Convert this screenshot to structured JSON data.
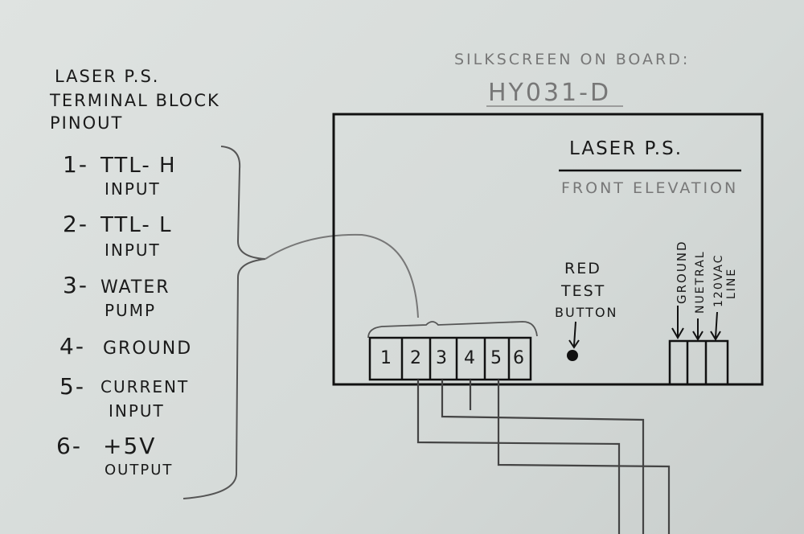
{
  "title": [
    "LASER P.S.",
    "TERMINAL BLOCK",
    "PINOUT"
  ],
  "pinout": [
    {
      "num": "1-",
      "name": "TTL- H",
      "sub": "INPUT"
    },
    {
      "num": "2-",
      "name": "TTL- L",
      "sub": "INPUT"
    },
    {
      "num": "3-",
      "name": "WATER",
      "sub": "PUMP"
    },
    {
      "num": "4-",
      "name": "GROUND",
      "sub": ""
    },
    {
      "num": "5-",
      "name": "CURRENT",
      "sub": "INPUT"
    },
    {
      "num": "6-",
      "name": "+5V",
      "sub": "OUTPUT"
    }
  ],
  "silkscreen_label": "SILKSCREEN ON BOARD:",
  "silkscreen_value": "HY031-D",
  "board": {
    "title": "LASER P.S.",
    "subtitle": "FRONT ELEVATION",
    "button_label": [
      "RED",
      "TEST",
      "BUTTON"
    ],
    "terminals": [
      "1",
      "2",
      "3",
      "4",
      "5",
      "6"
    ],
    "power_labels": [
      "GROUND",
      "NUETRAL",
      "120VAC",
      "LINE"
    ]
  }
}
